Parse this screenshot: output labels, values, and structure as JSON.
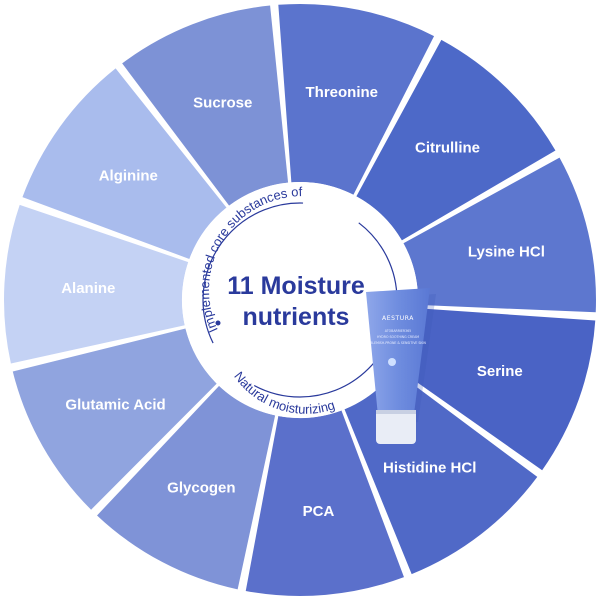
{
  "diagram": {
    "center": {
      "title_line1": "11 Moisture",
      "title_line2": "nutrients",
      "arc_top": "Implemented core substances of",
      "arc_bottom": "Natural moisturizing"
    },
    "segments": [
      {
        "label": "Threonine",
        "color": "#5b74cd"
      },
      {
        "label": "Citrulline",
        "color": "#4d69c8"
      },
      {
        "label": "Lysine HCl",
        "color": "#5d77cf"
      },
      {
        "label": "Serine",
        "color": "#4a63c5"
      },
      {
        "label": "Histidine HCl",
        "color": "#5069c7"
      },
      {
        "label": "PCA",
        "color": "#5b70cb"
      },
      {
        "label": "Glycogen",
        "color": "#7f93d7"
      },
      {
        "label": "Glutamic Acid",
        "color": "#90a4df"
      },
      {
        "label": "Alanine",
        "color": "#c4d2f4"
      },
      {
        "label": "Alginine",
        "color": "#a9bced"
      },
      {
        "label": "Sucrose",
        "color": "#7d92d6"
      }
    ],
    "product": {
      "brand": "AESTURA",
      "line1": "ATOBARRIER365",
      "line2": "HYDRO SOOTHING CREAM",
      "line3": "BLEMISH-PRONE & SENSITIVE SKIN"
    },
    "colors": {
      "accent": "#2a3a9c",
      "ring": "#ffffff",
      "tube_body": "#6f8ddf",
      "tube_cap": "#e9edf6"
    }
  }
}
